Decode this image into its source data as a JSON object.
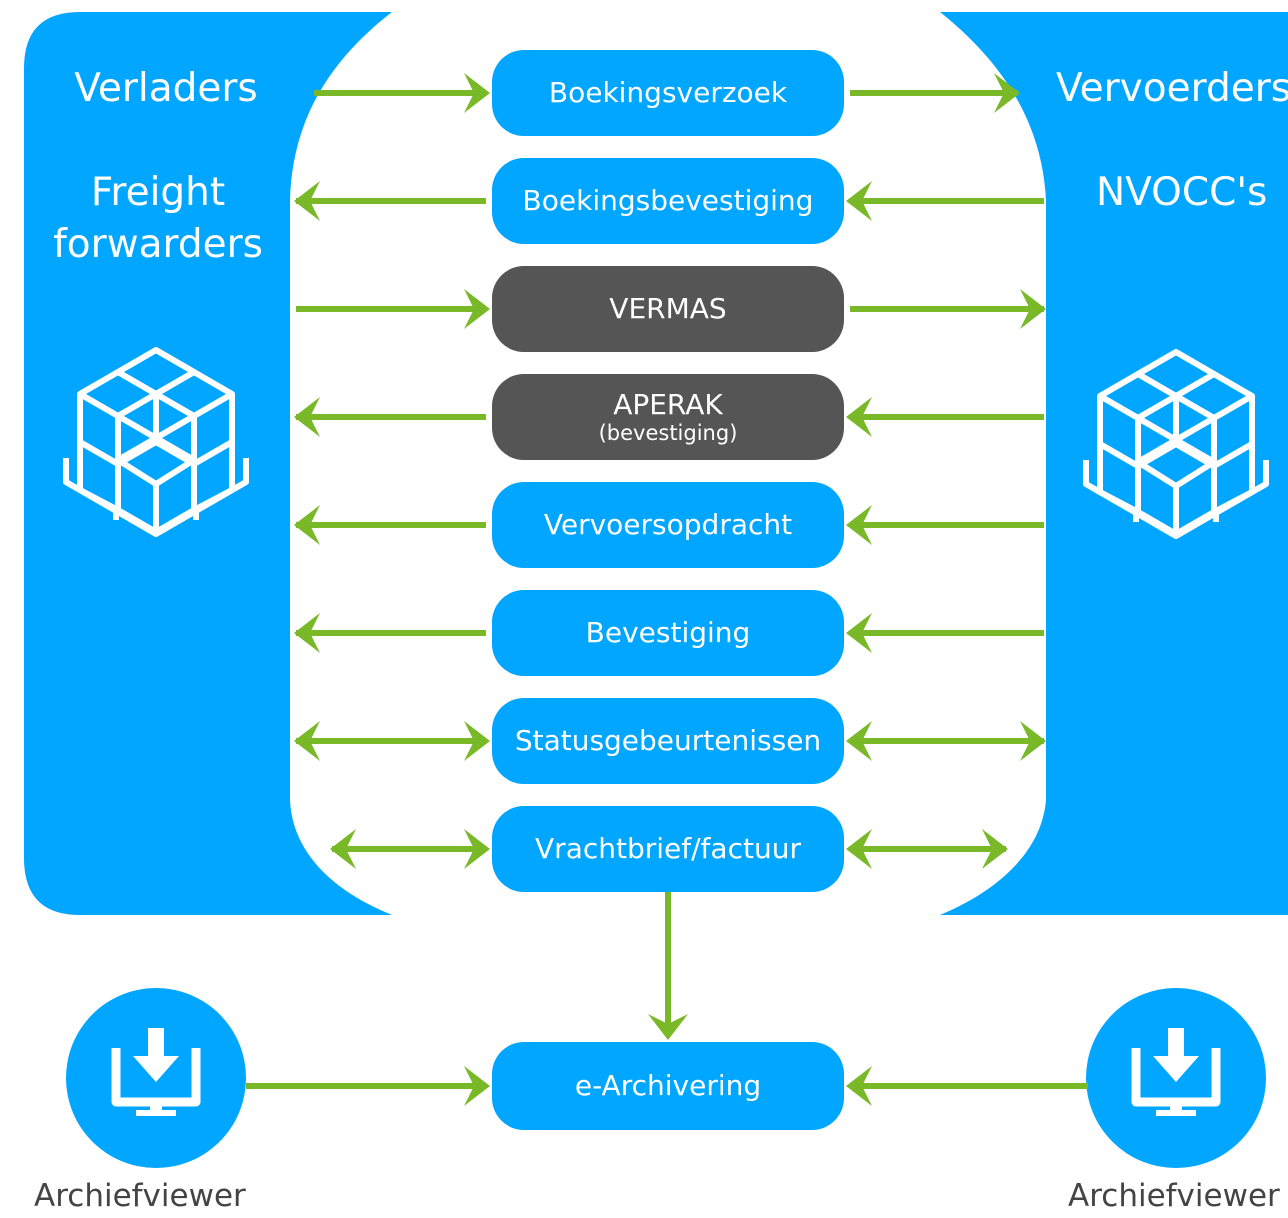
{
  "colors": {
    "blue": "#00a6ff",
    "dark": "#555555",
    "arrow": "#79b928",
    "white": "#ffffff"
  },
  "left_party": {
    "title": "Verladers",
    "subtitle_lines": [
      "Freight",
      "forwarders"
    ],
    "icon": "pallet-boxes-icon"
  },
  "right_party": {
    "title": "Vervoerders",
    "subtitle": "NVOCC's",
    "icon": "pallet-boxes-icon"
  },
  "messages": [
    {
      "label": "Boekingsverzoek",
      "direction": "left-to-right"
    },
    {
      "label": "Boekingsbevestiging",
      "direction": "right-to-left"
    },
    {
      "label": "VERMAS",
      "direction": "left-to-right",
      "style": "dark"
    },
    {
      "label": "APERAK",
      "sublabel": "(bevestiging)",
      "direction": "right-to-left",
      "style": "dark"
    },
    {
      "label": "Vervoersopdracht",
      "direction": "right-to-left"
    },
    {
      "label": "Bevestiging",
      "direction": "right-to-left"
    },
    {
      "label": "Statusgebeurtenissen",
      "direction": "both"
    },
    {
      "label": "Vrachtbrief/factuur",
      "direction": "both"
    }
  ],
  "archive": {
    "label": "e-Archivering",
    "left_viewer": "Archiefviewer",
    "right_viewer": "Archiefviewer",
    "viewer_icon": "download-monitor-icon"
  }
}
